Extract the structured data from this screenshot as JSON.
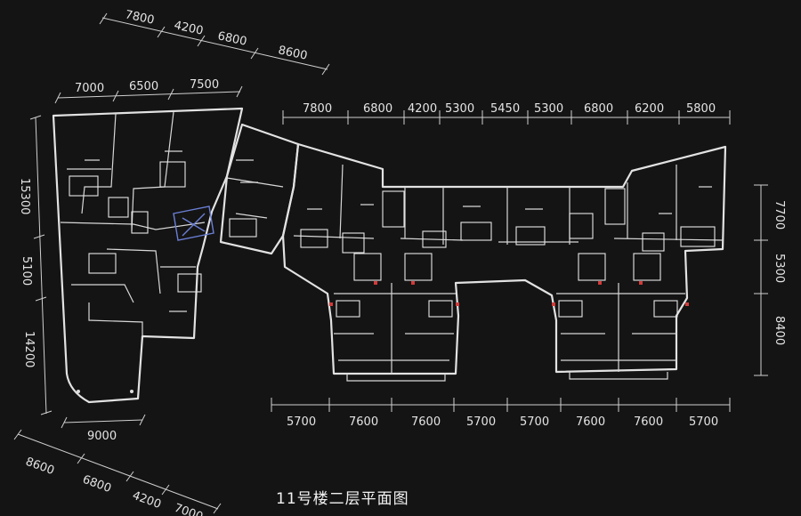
{
  "title": "11号楼二层平面图",
  "dimensions": {
    "top_slanted": [
      "7800",
      "4200",
      "6800",
      "8600"
    ],
    "left_top": [
      "7000",
      "6500",
      "7500"
    ],
    "left_vertical": [
      "15300",
      "5100",
      "14200"
    ],
    "bottom_left_short": "9000",
    "bottom_left_slanted": [
      "8600",
      "6800",
      "4200",
      "7000"
    ],
    "right_top": [
      "7800",
      "6800",
      "4200",
      "5300",
      "5450",
      "5300",
      "6800",
      "6200",
      "5800"
    ],
    "right_vertical": [
      "7700",
      "5300",
      "8400"
    ],
    "right_bottom": [
      "5700",
      "7600",
      "7600",
      "5700",
      "5700",
      "7600",
      "7600",
      "5700"
    ]
  },
  "colors": {
    "background": "#141414",
    "lines": "#e2e2e2",
    "accent_blue": "#6b7fd6",
    "accent_red": "#d33a3a"
  }
}
